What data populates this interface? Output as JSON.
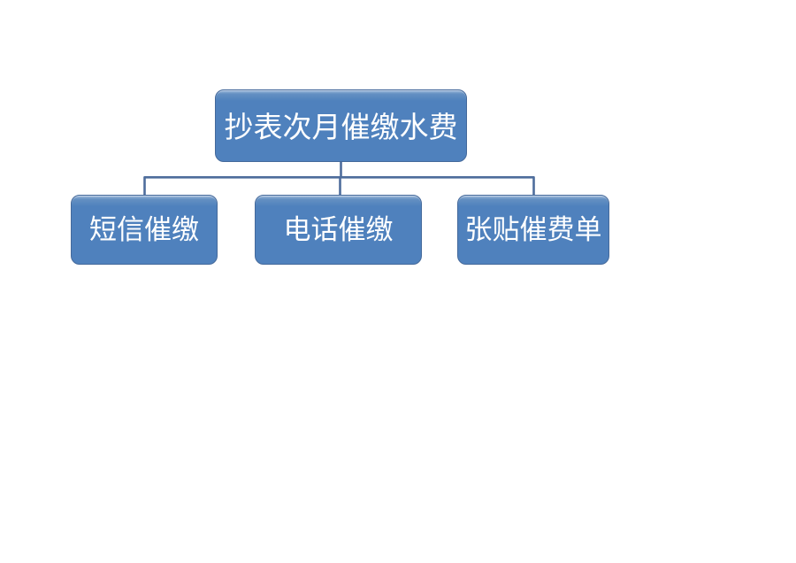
{
  "diagram": {
    "type": "org-hierarchy",
    "root": {
      "label": "抄表次月催缴水费"
    },
    "children": [
      {
        "label": "短信催缴"
      },
      {
        "label": "电话催缴"
      },
      {
        "label": "张贴催费单"
      }
    ],
    "colors": {
      "background": "#ffffff",
      "node_fill": "#4f81bd",
      "node_fill_highlight": "#a6bedd",
      "node_border": "#44699b",
      "connector": "#4e6d9c",
      "text": "#ffffff"
    }
  }
}
